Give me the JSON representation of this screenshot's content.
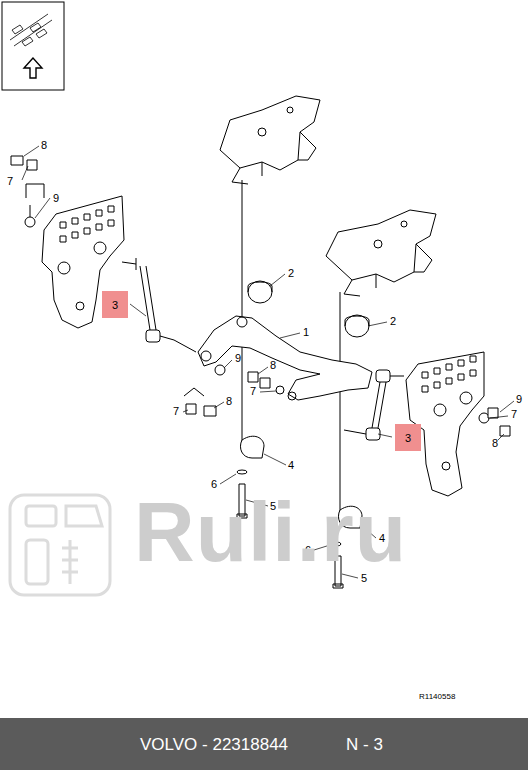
{
  "diagram": {
    "nodes": [
      {
        "text": [
          "3"
        ]
      },
      {
        "text": [
          "3"
        ]
      }
    ],
    "labels": [
      "8",
      "7",
      "9",
      "2",
      "1",
      "2",
      "9",
      "8",
      "7",
      "7",
      "8",
      "4",
      "6",
      "5",
      "9",
      "7",
      "8",
      "4",
      "6",
      "5",
      "Ruli.ru",
      "R1140558",
      "VOLVO - 22318844",
      "N - 3"
    ]
  }
}
